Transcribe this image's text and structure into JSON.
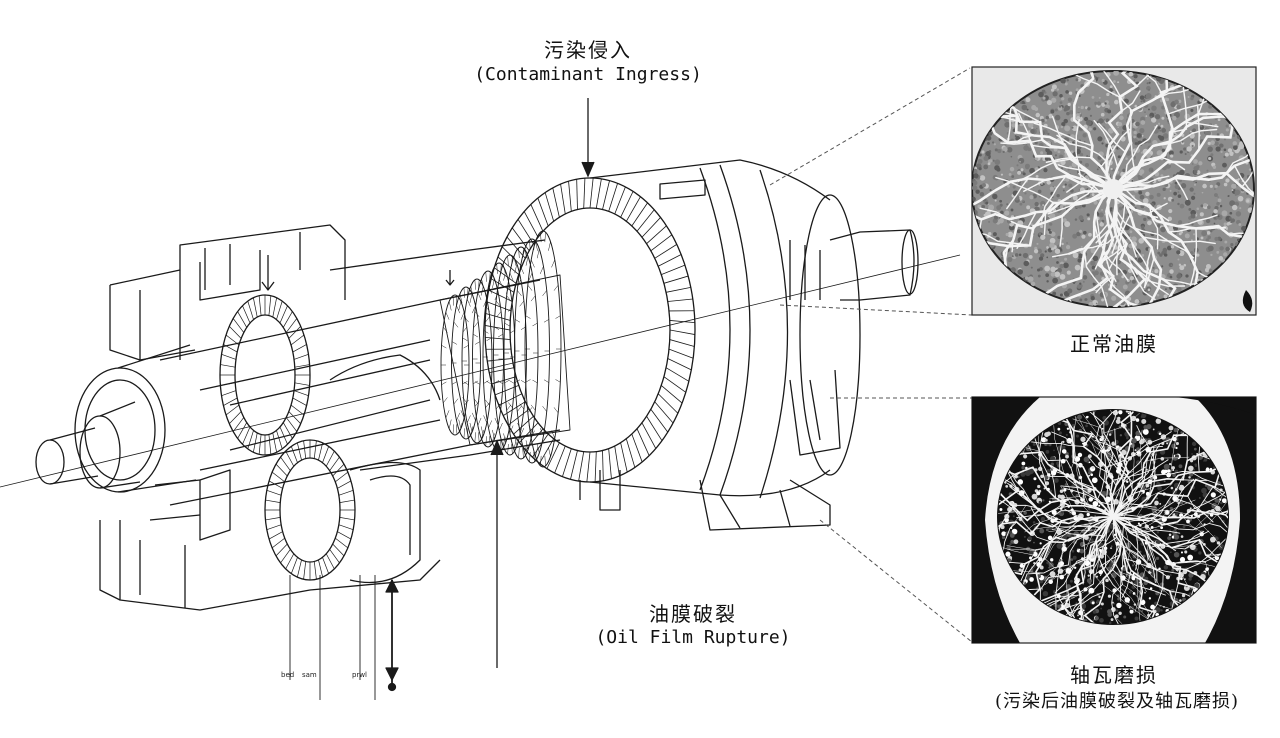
{
  "labels": {
    "ingress_zh": "污染侵入",
    "ingress_en": "(Contaminant Ingress)",
    "rupture_zh": "油膜破裂",
    "rupture_en": "(Oil Film Rupture)",
    "normal_zh": "正常油膜",
    "wear_zh": "轴瓦磨损",
    "wear_en": "(污染后油膜破裂及轴瓦磨损)"
  },
  "probe_tags": [
    "bed",
    "sam",
    "prwl"
  ],
  "colors": {
    "ink": "#1a1a1a",
    "micro_bg": "#8e8e8e",
    "wear_bg": "#111111"
  }
}
